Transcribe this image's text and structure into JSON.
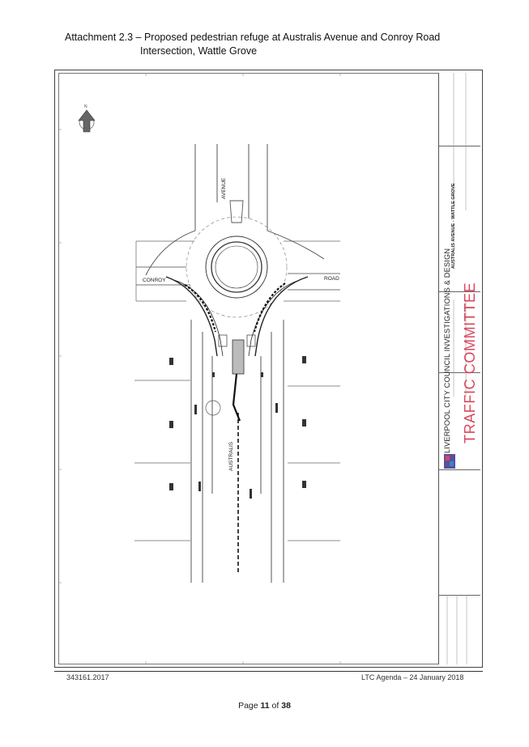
{
  "header": {
    "title_line1": "Attachment 2.3 – Proposed pedestrian refuge at Australis Avenue and Conroy Road",
    "title_line2": "Intersection, Wattle Grove"
  },
  "drawing": {
    "street_labels": {
      "avenue": "AVENUE",
      "australis": "AUSTRALIS",
      "conroy": "CONROY",
      "road": "ROAD"
    },
    "north_label": "N"
  },
  "title_block": {
    "council_name": "LIVERPOOL CITY COUNCIL INVESTIGATIONS & DESIGN",
    "stamp": "TRAFFIC COMMITTEE",
    "drawing_title": "AUSTRALIS AVENUE - WATTLE GROVE",
    "accent_color": "#d9475d"
  },
  "footer": {
    "doc_number": "343161.2017",
    "agenda": "LTC Agenda – 24 January 2018",
    "page_prefix": "Page",
    "page_current": "11",
    "page_sep": "of",
    "page_total": "38"
  }
}
